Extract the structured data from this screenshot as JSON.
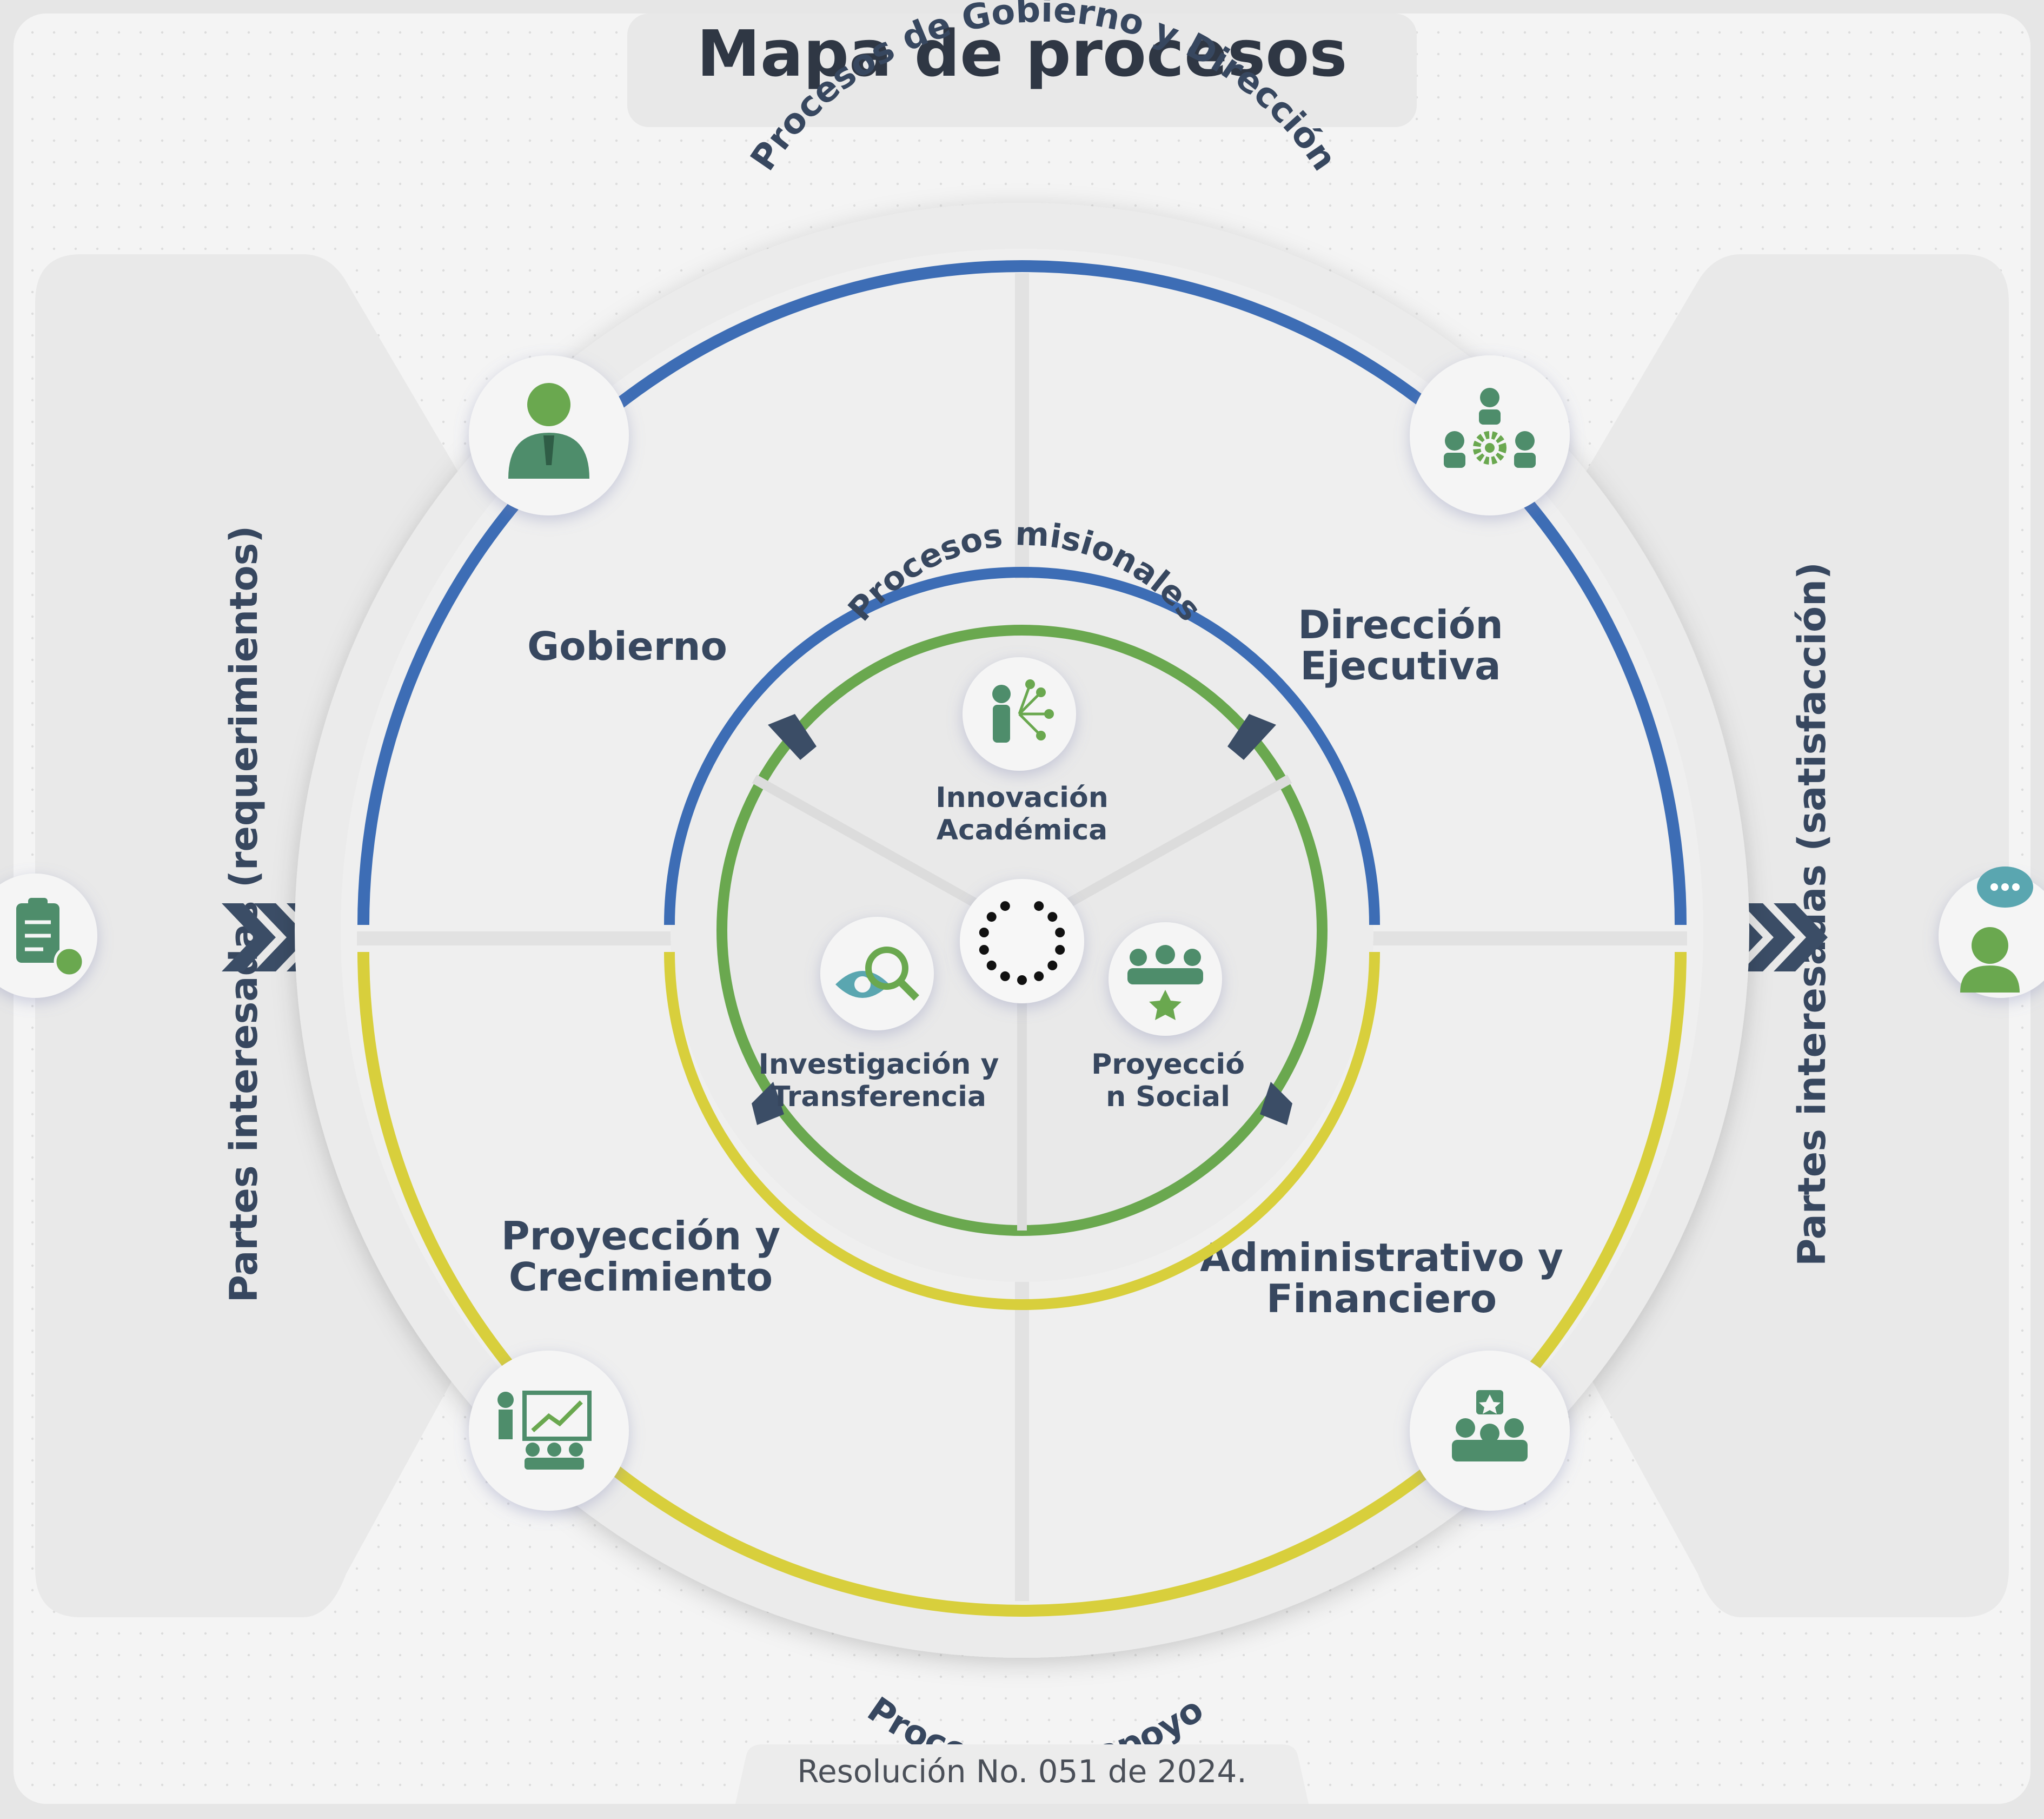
{
  "title": "Mapa de procesos",
  "footer": "Resolución No. 051 de 2024.",
  "left_side": {
    "label": "Partes interesadas (requerimientos)",
    "icon": "clipboard-checklist-icon"
  },
  "right_side": {
    "label": "Partes interesadas (satisfacción)",
    "icon": "person-chat-icon"
  },
  "outer_ring": {
    "top_label": "Procesos de Gobierno y Dirección",
    "bottom_label": "Procesos de apoyo",
    "top_color": "#3d6db5",
    "bottom_color": "#d8cf3c"
  },
  "quadrants": [
    {
      "id": "gobierno",
      "lines": [
        "Gobierno"
      ],
      "icon": "businessman-icon"
    },
    {
      "id": "direccion",
      "lines": [
        "Dirección",
        "Ejecutiva"
      ],
      "icon": "team-gear-icon"
    },
    {
      "id": "proyeccion",
      "lines": [
        "Proyección y",
        "Crecimiento"
      ],
      "icon": "presentation-growth-icon"
    },
    {
      "id": "administrativo",
      "lines": [
        "Administrativo y",
        "Financiero"
      ],
      "icon": "team-star-icon"
    }
  ],
  "inner_ring": {
    "label": "Procesos misionales",
    "color": "#6aa84f"
  },
  "missions": [
    {
      "id": "innovacion",
      "lines": [
        "Innovación",
        "Académica"
      ],
      "icon": "person-network-icon"
    },
    {
      "id": "investigacion",
      "lines": [
        "Investigación y",
        "Transferencia"
      ],
      "icon": "eye-magnifier-icon"
    },
    {
      "id": "proyeccion-social",
      "lines": [
        "Proyecció",
        "n Social"
      ],
      "icon": "group-star-icon"
    }
  ],
  "center_icon": "dotted-circle-logo-icon",
  "colors": {
    "text": "#37475f",
    "icon_green": "#4e8d6b",
    "background": "#f2f2f2"
  }
}
